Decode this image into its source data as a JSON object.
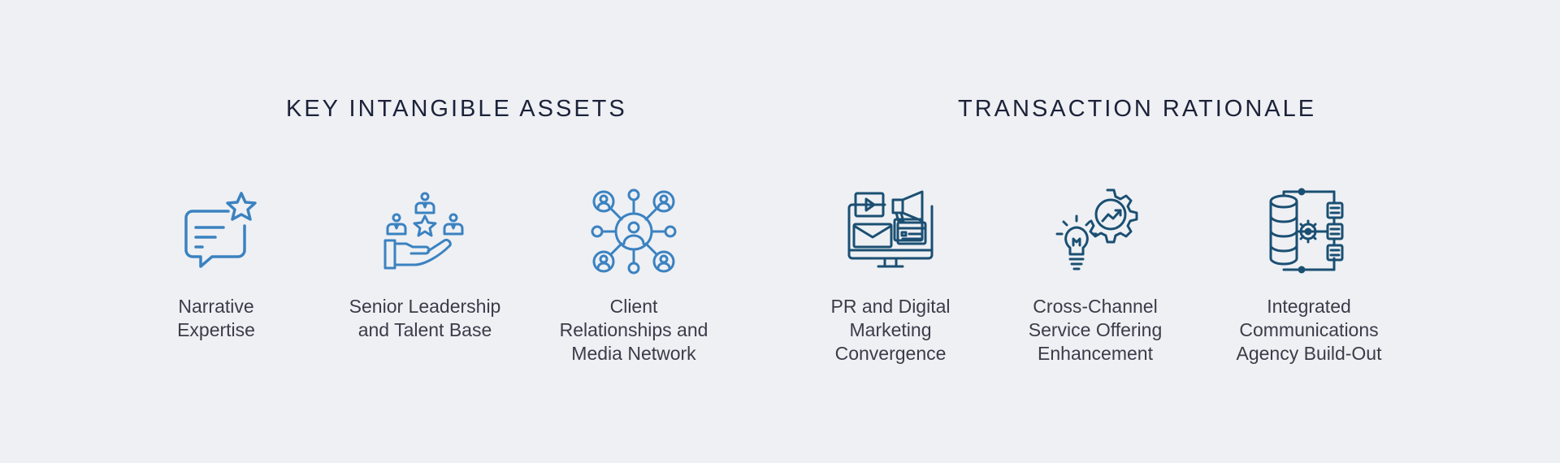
{
  "sections": {
    "left": {
      "title": "KEY INTANGIBLE ASSETS"
    },
    "right": {
      "title": "TRANSACTION RATIONALE"
    }
  },
  "colors": {
    "background": "#eef0f4",
    "title": "#1c2238",
    "label": "#3a3d48",
    "icon_light_blue": "#3b82c0",
    "icon_dark_blue": "#1b4f72"
  },
  "items": [
    {
      "icon": "chat-star-icon",
      "lines": [
        "Narrative",
        "Expertise"
      ]
    },
    {
      "icon": "hand-people-star-icon",
      "lines": [
        "Senior Leadership",
        "and Talent Base"
      ]
    },
    {
      "icon": "network-people-icon",
      "lines": [
        "Client",
        "Relationships and",
        "Media Network"
      ]
    },
    {
      "icon": "monitor-megaphone-icon",
      "lines": [
        "PR and Digital",
        "Marketing",
        "Convergence"
      ]
    },
    {
      "icon": "lightbulb-gear-icon",
      "lines": [
        "Cross-Channel",
        "Service Offering",
        "Enhancement"
      ]
    },
    {
      "icon": "database-flow-icon",
      "lines": [
        "Integrated",
        "Communications",
        "Agency Build-Out"
      ]
    }
  ]
}
